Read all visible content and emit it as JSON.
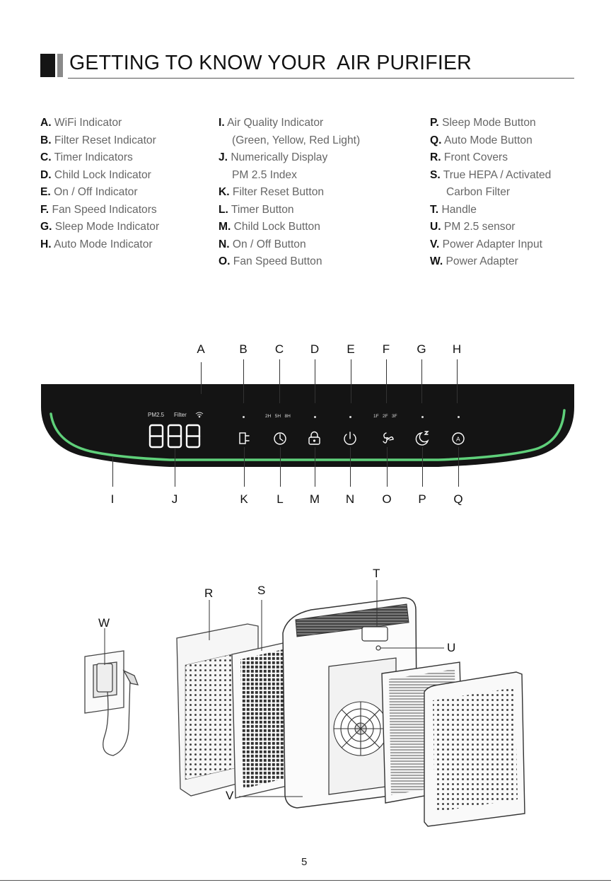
{
  "header": {
    "title": "GETTING TO KNOW YOUR  AIR PURIFIER"
  },
  "legend": {
    "col1": [
      {
        "letter": "A.",
        "text": " WiFi Indicator"
      },
      {
        "letter": "B.",
        "text": " Filter Reset Indicator"
      },
      {
        "letter": "C.",
        "text": " Timer Indicators"
      },
      {
        "letter": "D.",
        "text": " Child Lock Indicator"
      },
      {
        "letter": "E.",
        "text": " On / Off Indicator"
      },
      {
        "letter": "F.",
        "text": " Fan Speed Indicators"
      },
      {
        "letter": "G.",
        "text": " Sleep Mode Indicator"
      },
      {
        "letter": "H.",
        "text": " Auto Mode Indicator"
      }
    ],
    "col2": [
      {
        "letter": "I.",
        "text": " Air Quality Indicator"
      },
      {
        "letter": "",
        "text": "(Green, Yellow, Red Light)"
      },
      {
        "letter": "J.",
        "text": " Numerically Display"
      },
      {
        "letter": "",
        "text": "PM 2.5 Index"
      },
      {
        "letter": "K.",
        "text": " Filter Reset Button"
      },
      {
        "letter": "L.",
        "text": " Timer Button"
      },
      {
        "letter": "M.",
        "text": " Child Lock Button"
      },
      {
        "letter": "N.",
        "text": " On / Off Button"
      },
      {
        "letter": "O.",
        "text": " Fan Speed Button"
      }
    ],
    "col3": [
      {
        "letter": "P.",
        "text": " Sleep Mode Button"
      },
      {
        "letter": "Q.",
        "text": " Auto Mode Button"
      },
      {
        "letter": "R.",
        "text": " Front Covers"
      },
      {
        "letter": "S.",
        "text": " True HEPA / Activated"
      },
      {
        "letter": "",
        "text": "Carbon Filter"
      },
      {
        "letter": "T.",
        "text": " Handle"
      },
      {
        "letter": "U.",
        "text": " PM 2.5 sensor"
      },
      {
        "letter": "V.",
        "text": " Power Adapter Input"
      },
      {
        "letter": "W.",
        "text": " Power Adapter"
      }
    ]
  },
  "panel": {
    "top_labels": [
      "A",
      "B",
      "C",
      "D",
      "E",
      "F",
      "G",
      "H"
    ],
    "bottom_labels": [
      "I",
      "J",
      "K",
      "L",
      "M",
      "N",
      "O",
      "P",
      "Q"
    ],
    "pm_label": "PM2.5",
    "filter_label": "Filter",
    "timer_labels": "2H   5H   8H",
    "fan_labels": "1F   2F   3F",
    "display_digits": "888",
    "auto_icon_letter": "A",
    "accent_color": "#5fd07a",
    "panel_color": "#141414"
  },
  "exploded": {
    "labels": [
      "R",
      "S",
      "T",
      "U",
      "V",
      "W"
    ]
  },
  "footer": {
    "page_number": "5"
  }
}
